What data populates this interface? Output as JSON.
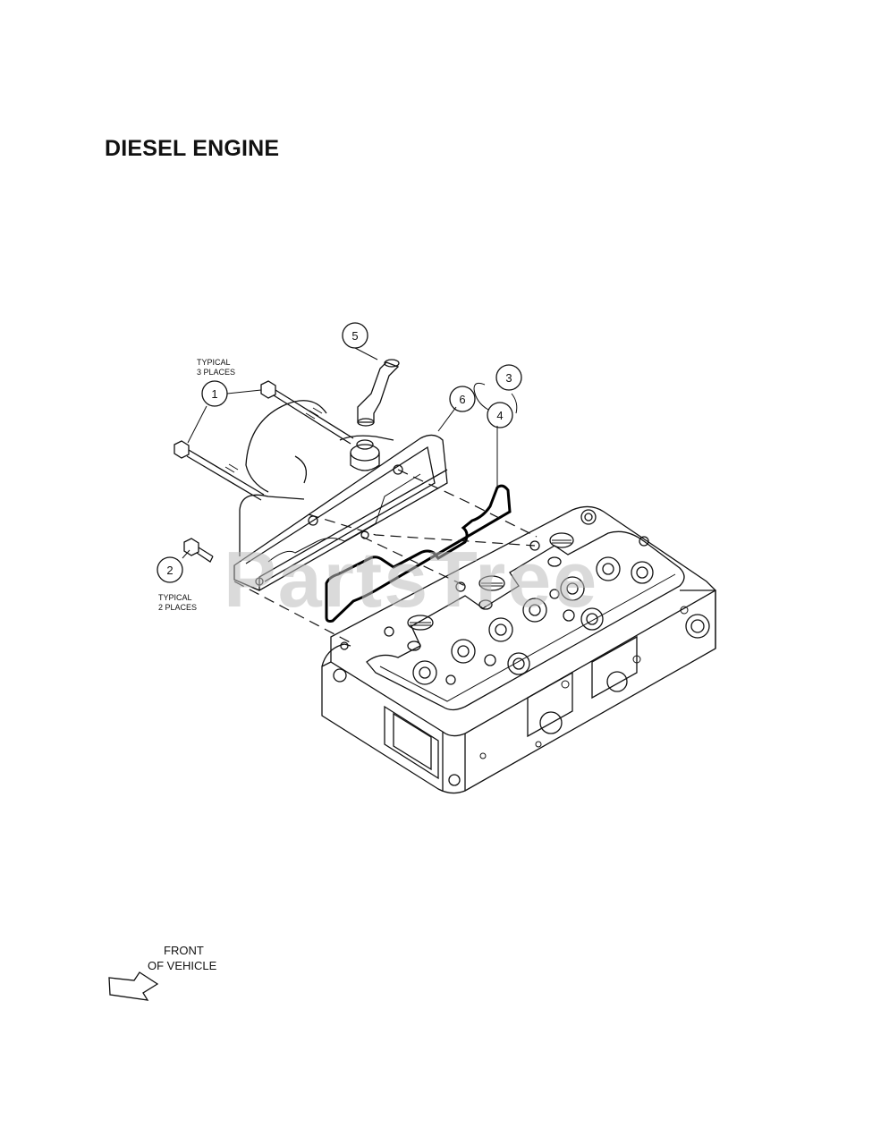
{
  "title": "DIESEL ENGINE",
  "callouts": [
    {
      "id": "callout-1",
      "label": "1"
    },
    {
      "id": "callout-2",
      "label": "2"
    },
    {
      "id": "callout-3",
      "label": "3"
    },
    {
      "id": "callout-4",
      "label": "4"
    },
    {
      "id": "callout-5",
      "label": "5"
    },
    {
      "id": "callout-6",
      "label": "6"
    }
  ],
  "notes": {
    "typical_3_line1": "TYPICAL",
    "typical_3_line2": "3 PLACES",
    "typical_2_line1": "TYPICAL",
    "typical_2_line2": "2 PLACES"
  },
  "front": {
    "line1": "FRONT",
    "line2": "OF VEHICLE"
  },
  "watermark": "PartsTree",
  "icons": {
    "front_arrow": "arrow-left-down-icon"
  }
}
